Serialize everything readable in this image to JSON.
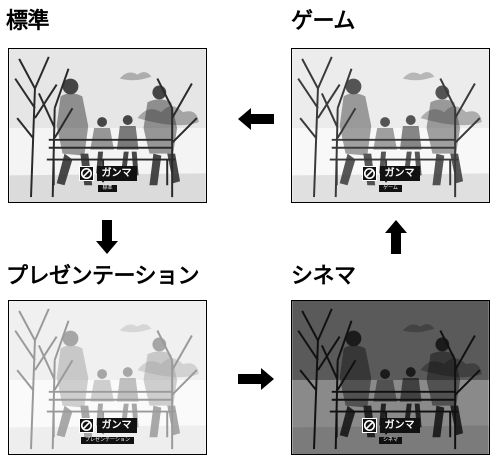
{
  "panels": {
    "standard": {
      "heading": "標準",
      "osd_label": "ガンマ",
      "osd_mode": "標準"
    },
    "game": {
      "heading": "ゲーム",
      "osd_label": "ガンマ",
      "osd_mode": "ゲーム"
    },
    "presentation": {
      "heading": "プレゼンテーション",
      "osd_label": "ガンマ",
      "osd_mode": "プレゼンテーション"
    },
    "cinema": {
      "heading": "シネマ",
      "osd_label": "ガンマ",
      "osd_mode": "シネマ"
    }
  },
  "arrows": {
    "left": "arrow-left",
    "down": "arrow-down",
    "right": "arrow-right",
    "up": "arrow-up"
  },
  "icons": {
    "osd": "gamma-icon"
  }
}
